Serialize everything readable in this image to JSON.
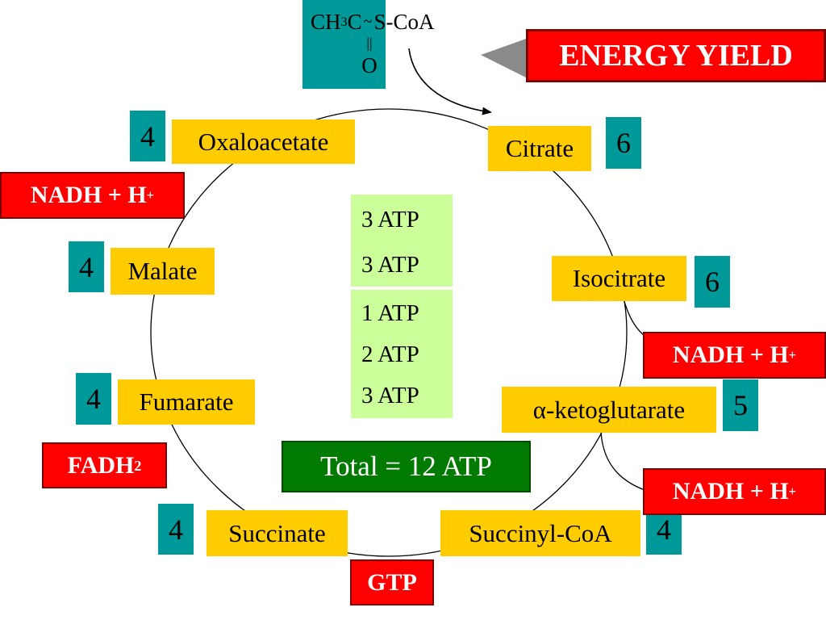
{
  "acetyl_coa": {
    "formula_ch": "CH",
    "formula_sub": "3",
    "formula_c": "C",
    "bond": "~",
    "coa": "S-CoA",
    "double_bond": "||",
    "oxygen": "O"
  },
  "energy_yield": {
    "title": "ENERGY YIELD"
  },
  "intermediates": {
    "citrate": "Citrate",
    "isocitrate": "Isocitrate",
    "alpha_ketoglutarate_symbol": "α",
    "alpha_ketoglutarate": "-ketoglutarate",
    "succinyl_coa": "Succinyl-CoA",
    "succinate": "Succinate",
    "fumarate": "Fumarate",
    "malate": "Malate",
    "oxaloacetate": "Oxaloacetate"
  },
  "carbon_counts": {
    "citrate": "6",
    "isocitrate": "6",
    "alpha_ketoglutarate": "5",
    "succinyl_coa": "4",
    "succinate": "4",
    "fumarate": "4",
    "malate": "4",
    "oxaloacetate": "4"
  },
  "cofactors": {
    "nadh_label": "NADH + H",
    "plus": "+",
    "fadh_label": "FADH",
    "fadh_sub": "2",
    "gtp": "GTP"
  },
  "atp_yields": {
    "upper": [
      "3 ATP",
      "3 ATP"
    ],
    "lower": [
      "1 ATP",
      "2 ATP",
      "3 ATP"
    ]
  },
  "total": "Total = 12 ATP",
  "colors": {
    "intermediate_fill": "#ffcc00",
    "cofactor_fill": "#ff0000",
    "carbon_fill": "#009999",
    "atp_fill": "#ccff99",
    "total_fill": "#007a00"
  }
}
